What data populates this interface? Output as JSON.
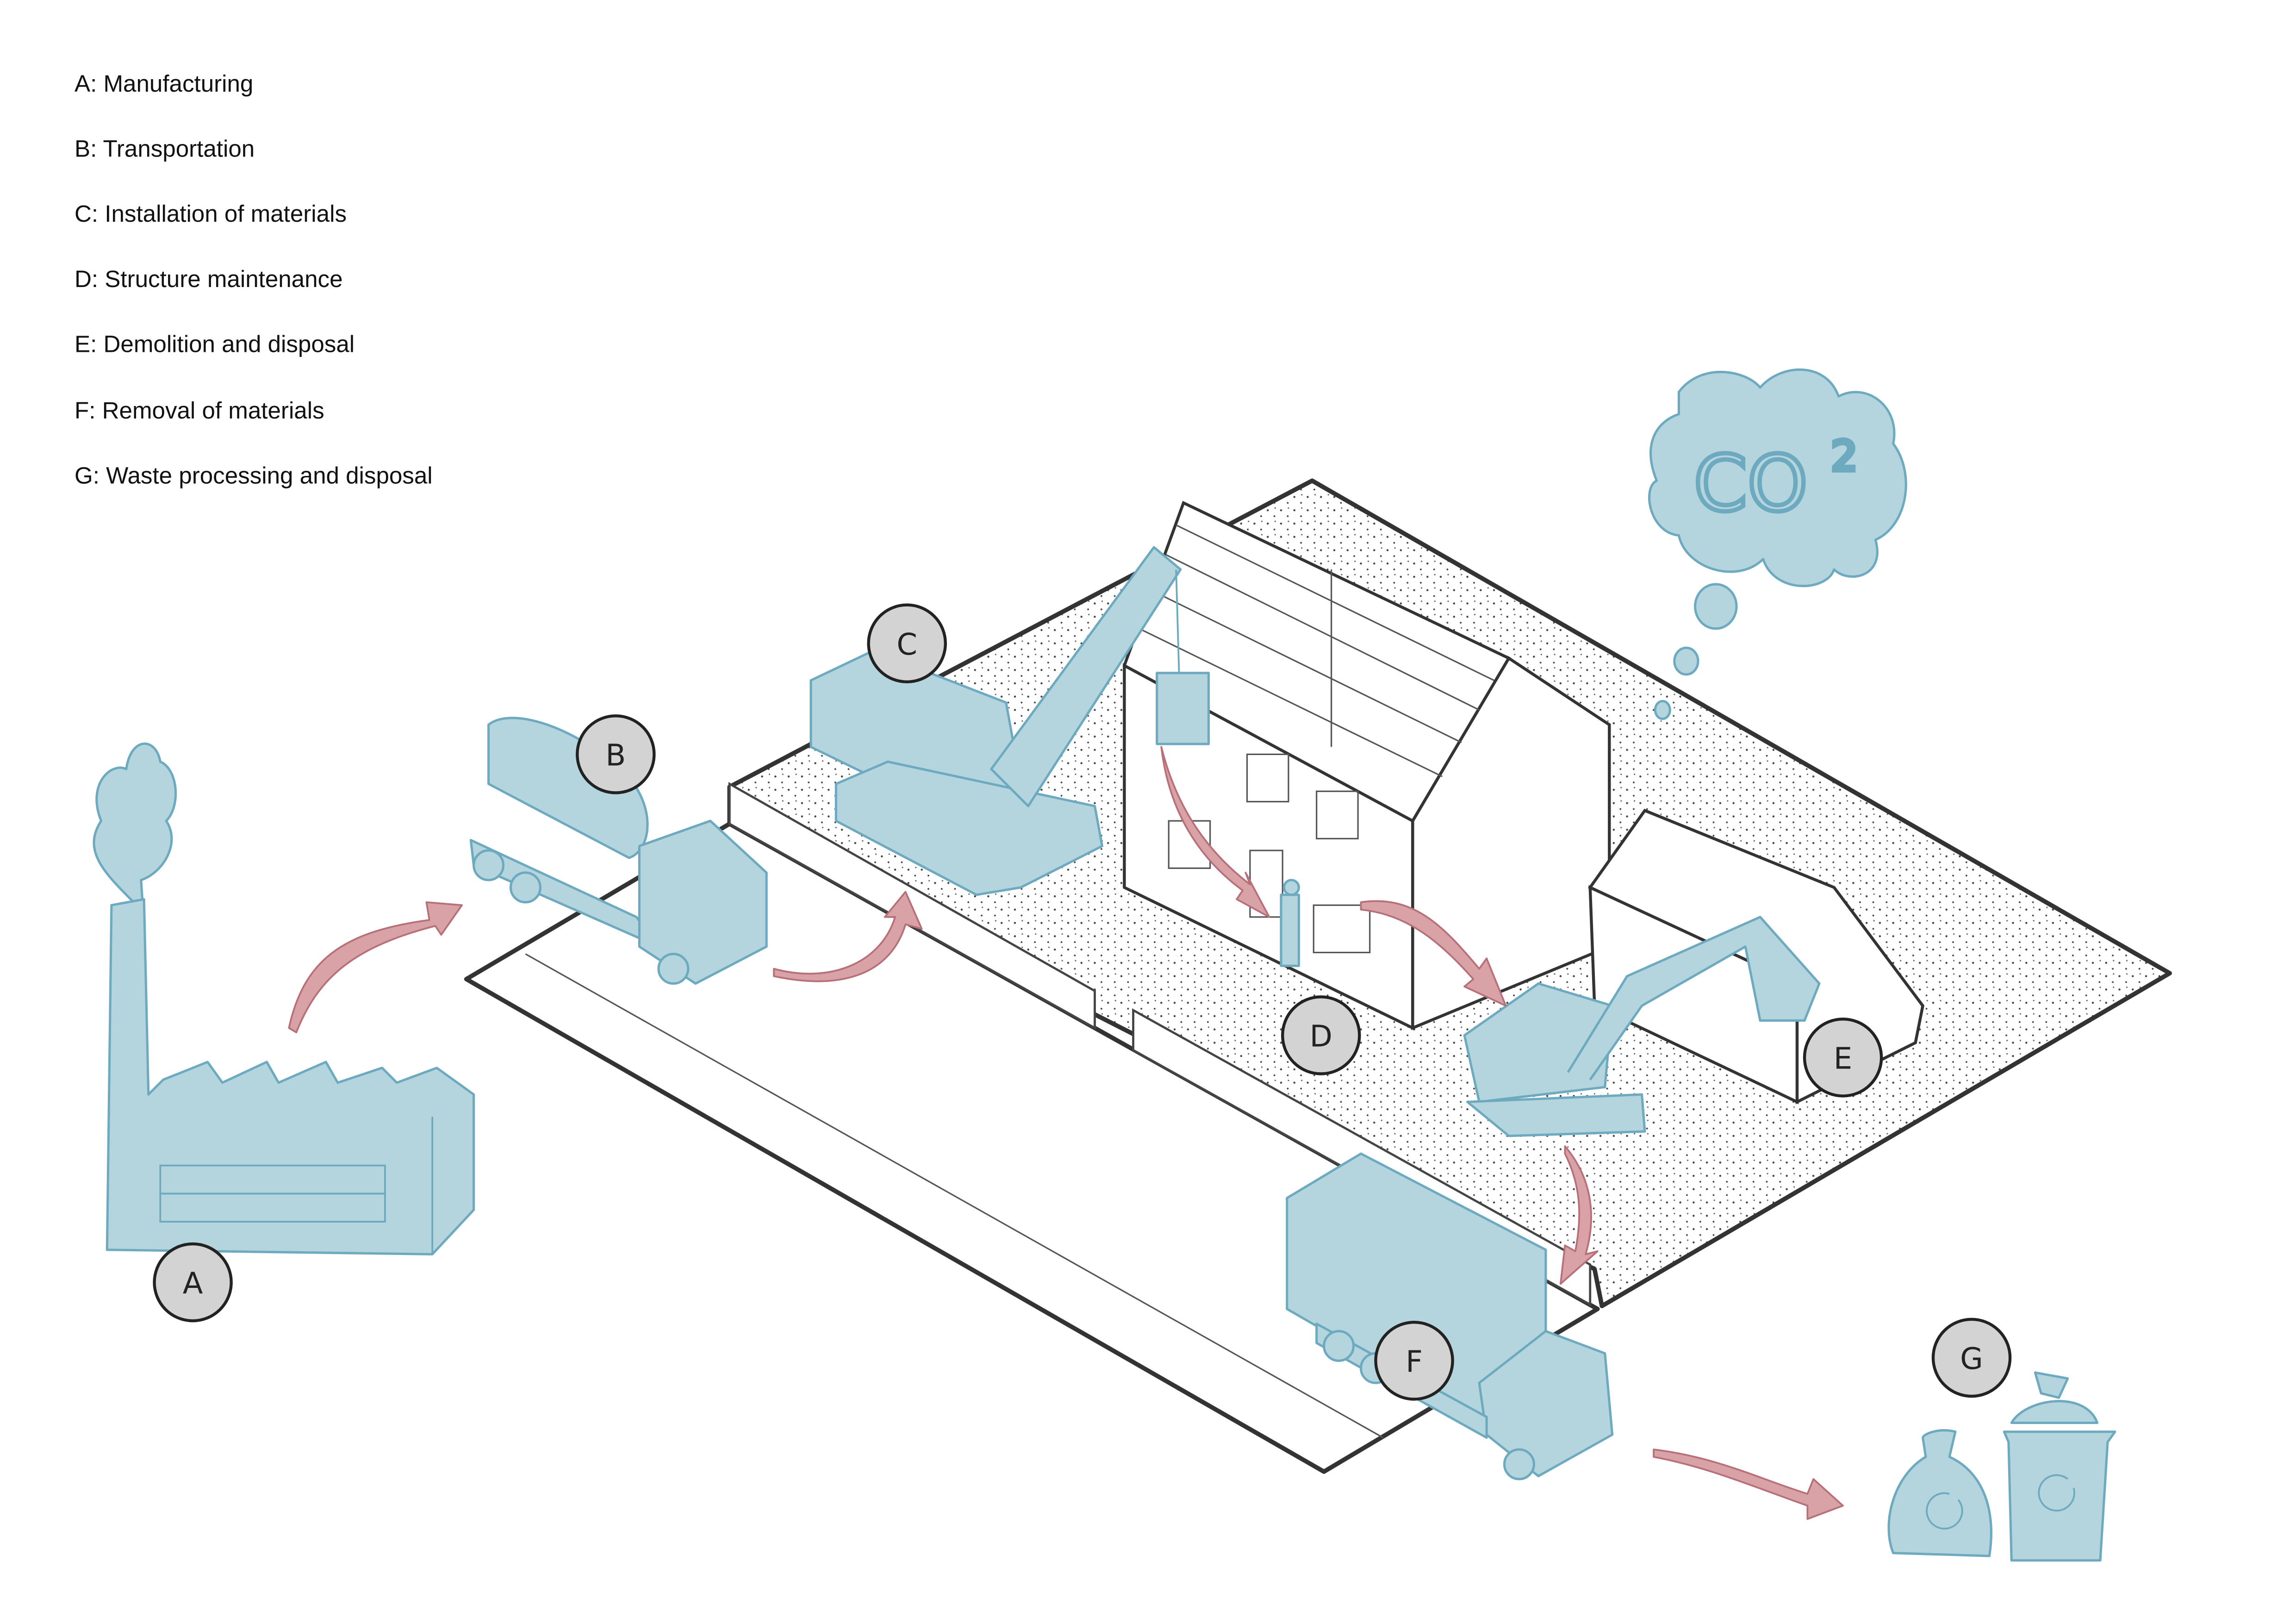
{
  "legend": [
    {
      "key": "A",
      "text": "A: Manufacturing"
    },
    {
      "key": "B",
      "text": "B: Transportation"
    },
    {
      "key": "C",
      "text": "C: Installation of materials"
    },
    {
      "key": "D",
      "text": "D: Structure maintenance"
    },
    {
      "key": "E",
      "text": "E: Demolition and disposal"
    },
    {
      "key": "F",
      "text": "F: Removal of materials"
    },
    {
      "key": "G",
      "text": "G: Waste processing and disposal"
    }
  ],
  "badges": {
    "a": "A",
    "b": "B",
    "c": "C",
    "d": "D",
    "e": "E",
    "f": "F",
    "g": "G"
  },
  "cloud": {
    "label": "CO",
    "superscript": "2"
  },
  "colors": {
    "fill_blue": "#b4d5de",
    "stroke_blue": "#6eaabf",
    "arrow_red": "#d9a2a6",
    "badge_grey": "#d3d3d3"
  }
}
